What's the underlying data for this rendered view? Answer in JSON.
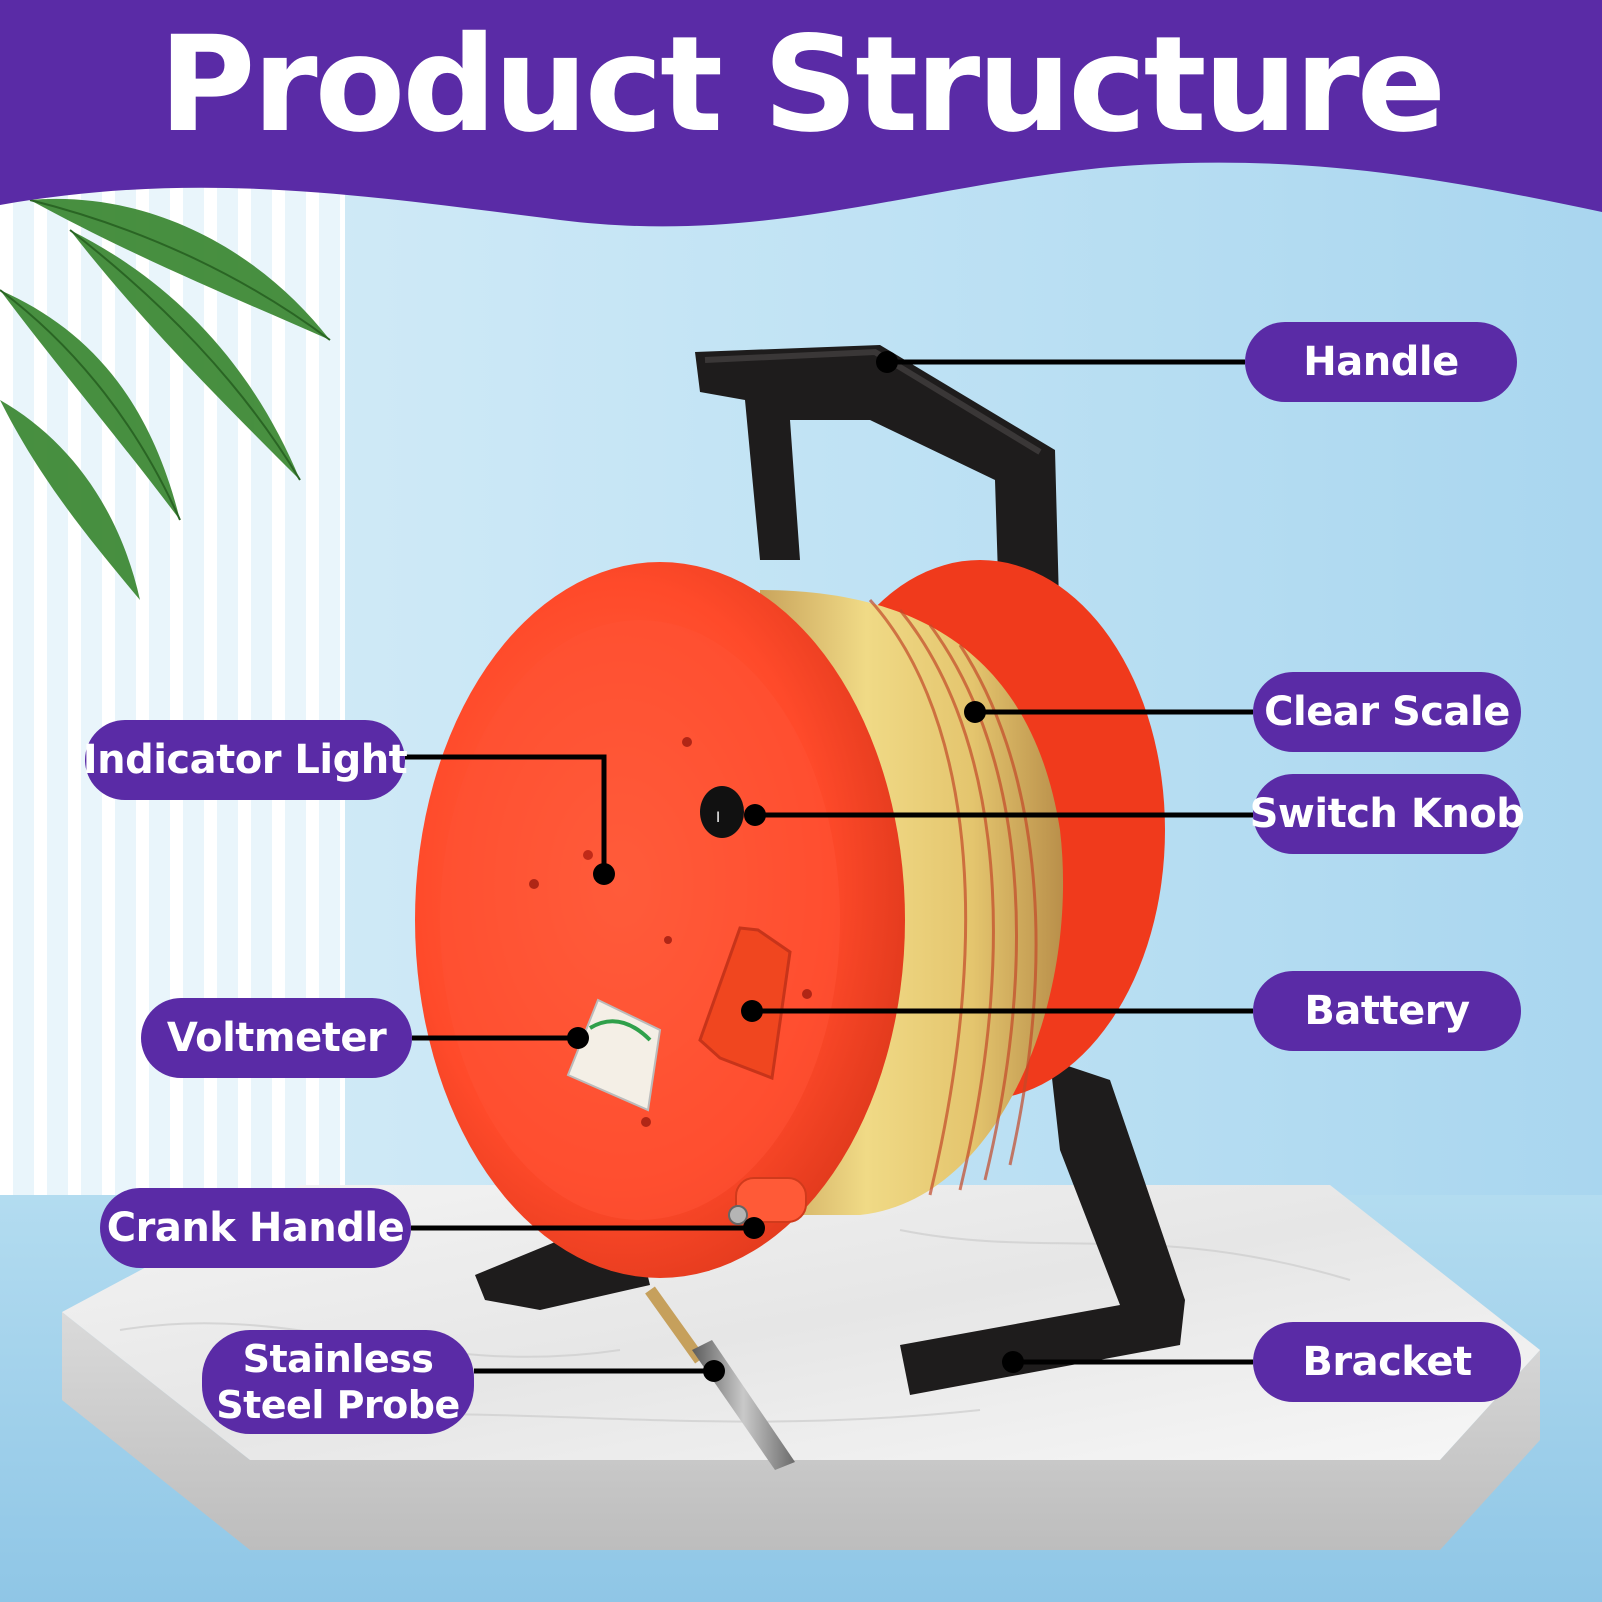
{
  "title": "Product Structure",
  "colors": {
    "banner": "#5a2ba6",
    "label_bg": "#5a2ba6",
    "label_text": "#ffffff",
    "leader_line": "#000000",
    "reel_flange": "#ff4a2a",
    "bracket": "#1e1c1c",
    "tape": "#e8d27a"
  },
  "labels": {
    "handle": "Handle",
    "clear_scale": "Clear Scale",
    "switch_knob": "Switch Knob",
    "battery": "Battery",
    "bracket": "Bracket",
    "indicator_light": "Indicator Light",
    "voltmeter": "Voltmeter",
    "crank_handle": "Crank Handle",
    "probe_line1": "Stainless",
    "probe_line2": "Steel Probe"
  }
}
